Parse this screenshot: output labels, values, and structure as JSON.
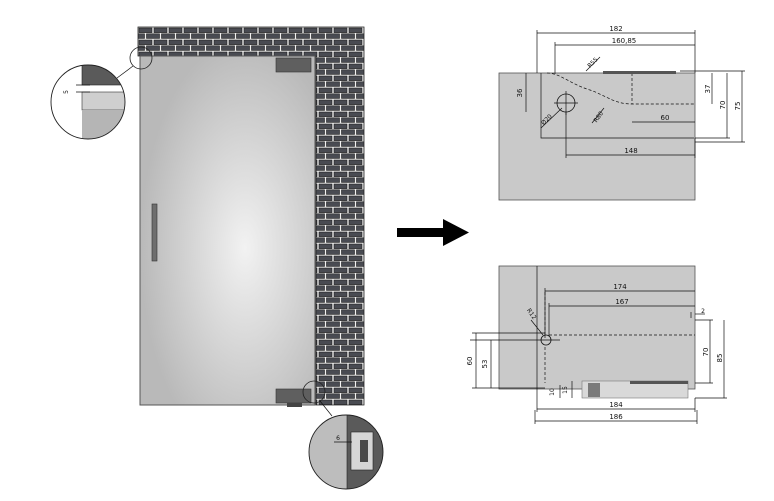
{
  "door_detail": {
    "top_gap": "5",
    "bottom_gap": "6"
  },
  "top_plate": {
    "width_total": "182",
    "width_inner": "160,85",
    "radius_big": "R55",
    "hole_diameter": "Ø20",
    "radius_curve": "R80",
    "length_148": "148",
    "length_60": "60",
    "height_36": "36",
    "height_37": "37",
    "height_70": "70",
    "height_75": "75"
  },
  "bottom_plate": {
    "width_174": "174",
    "width_167": "167",
    "offset_2": "2",
    "radius_12": "R12",
    "height_60": "60",
    "height_53": "53",
    "height_70": "70",
    "height_85": "85",
    "height_10": "10",
    "height_15": "15",
    "width_184": "184",
    "width_186": "186"
  }
}
